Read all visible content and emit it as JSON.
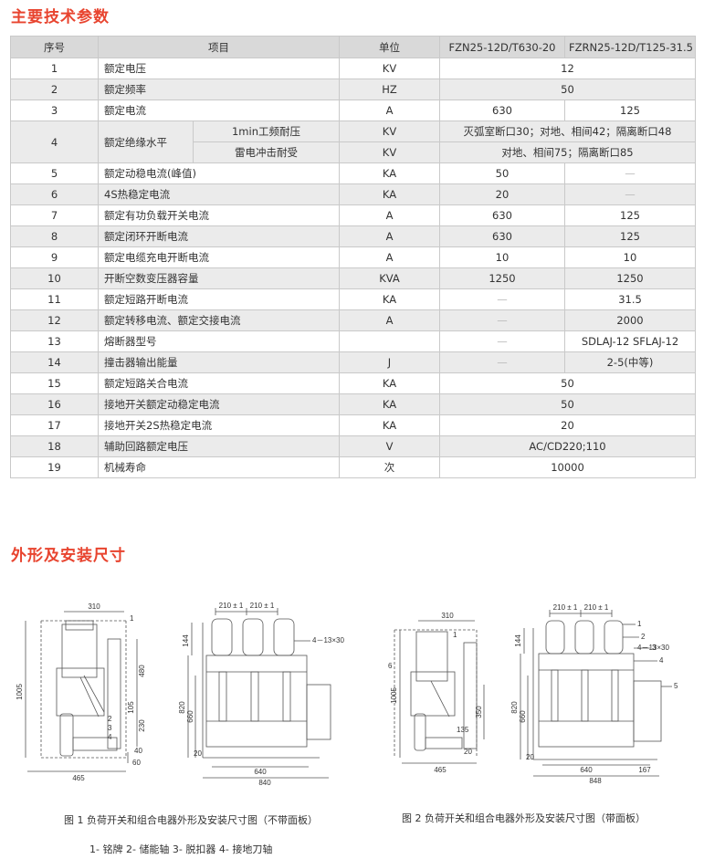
{
  "section1_title": "主要技术参数",
  "section2_title": "外形及安装尺寸",
  "table": {
    "headers": [
      "序号",
      "项目",
      "单位",
      "FZN25-12D/T630-20",
      "FZRN25-12D/T125-31.5"
    ],
    "rows": [
      {
        "no": "1",
        "item": "额定电压",
        "unit": "KV",
        "merged": "12"
      },
      {
        "no": "2",
        "item": "额定频率",
        "unit": "HZ",
        "merged": "50"
      },
      {
        "no": "3",
        "item": "额定电流",
        "unit": "A",
        "a": "630",
        "b": "125"
      },
      {
        "no": "4",
        "item": "额定绝缘水平",
        "sub": "1min工频耐压",
        "unit": "KV",
        "merged": "灭弧室断口30；对地、相间42；隔离断口48"
      },
      {
        "sub": "雷电冲击耐受",
        "unit": "KV",
        "merged": "对地、相间75；隔离断口85"
      },
      {
        "no": "5",
        "item": "额定动稳电流(峰值)",
        "unit": "KA",
        "a": "50",
        "b": "—"
      },
      {
        "no": "6",
        "item": "4S热稳定电流",
        "unit": "KA",
        "a": "20",
        "b": "—"
      },
      {
        "no": "7",
        "item": "额定有功负载开关电流",
        "unit": "A",
        "a": "630",
        "b": "125"
      },
      {
        "no": "8",
        "item": "额定闭环开断电流",
        "unit": "A",
        "a": "630",
        "b": "125"
      },
      {
        "no": "9",
        "item": "额定电缆充电开断电流",
        "unit": "A",
        "a": "10",
        "b": "10"
      },
      {
        "no": "10",
        "item": "开断空数变压器容量",
        "unit": "KVA",
        "a": "1250",
        "b": "1250"
      },
      {
        "no": "11",
        "item": "额定短路开断电流",
        "unit": "KA",
        "a": "—",
        "b": "31.5"
      },
      {
        "no": "12",
        "item": "额定转移电流、额定交接电流",
        "unit": "A",
        "a": "—",
        "b": "2000"
      },
      {
        "no": "13",
        "item": "熔断器型号",
        "unit": "",
        "a": "—",
        "b": "SDLAJ-12 SFLAJ-12"
      },
      {
        "no": "14",
        "item": "撞击器输出能量",
        "unit": "J",
        "a": "—",
        "b": "2-5(中等)"
      },
      {
        "no": "15",
        "item": "额定短路关合电流",
        "unit": "KA",
        "merged": "50"
      },
      {
        "no": "16",
        "item": "接地开关额定动稳定电流",
        "unit": "KA",
        "merged": "50"
      },
      {
        "no": "17",
        "item": "接地开关2S热稳定电流",
        "unit": "KA",
        "merged": "20"
      },
      {
        "no": "18",
        "item": "辅助回路额定电压",
        "unit": "V",
        "merged": "AC/CD220;110"
      },
      {
        "no": "19",
        "item": "机械寿命",
        "unit": "次",
        "merged": "10000"
      }
    ]
  },
  "figure1": {
    "caption": "图 1 负荷开关和组合电器外形及安装尺寸图（不带面板）",
    "dims": {
      "d310": "310",
      "d1005": "1005",
      "d480": "480",
      "d105": "105",
      "d230": "230",
      "d40": "40",
      "d465": "465",
      "d60": "60",
      "d210a": "210 ± 1",
      "d210b": "210 ± 1",
      "d144": "144",
      "d4_13": "4－13×30",
      "d820": "820",
      "d660": "660",
      "d20": "20",
      "d640": "640",
      "d840": "840"
    },
    "callouts": [
      "1",
      "2",
      "3",
      "4"
    ]
  },
  "figure2": {
    "caption": "图 2 负荷开关和组合电器外形及安装尺寸图（带面板）",
    "dims": {
      "d310": "310",
      "d1005": "1005",
      "d350": "350",
      "d135": "135",
      "d20": "20",
      "d465": "465",
      "d210a": "210 ± 1",
      "d210b": "210 ± 1",
      "d144": "144",
      "d4_13": "4－13×30",
      "d820": "820",
      "d660": "660",
      "d20b": "20",
      "d640": "640",
      "d167": "167",
      "d848": "848"
    },
    "callouts": [
      "6",
      "1",
      "2",
      "3",
      "4",
      "5"
    ]
  },
  "legend": "1- 铭牌  2- 储能轴  3- 脱扣器  4- 接地刀轴"
}
